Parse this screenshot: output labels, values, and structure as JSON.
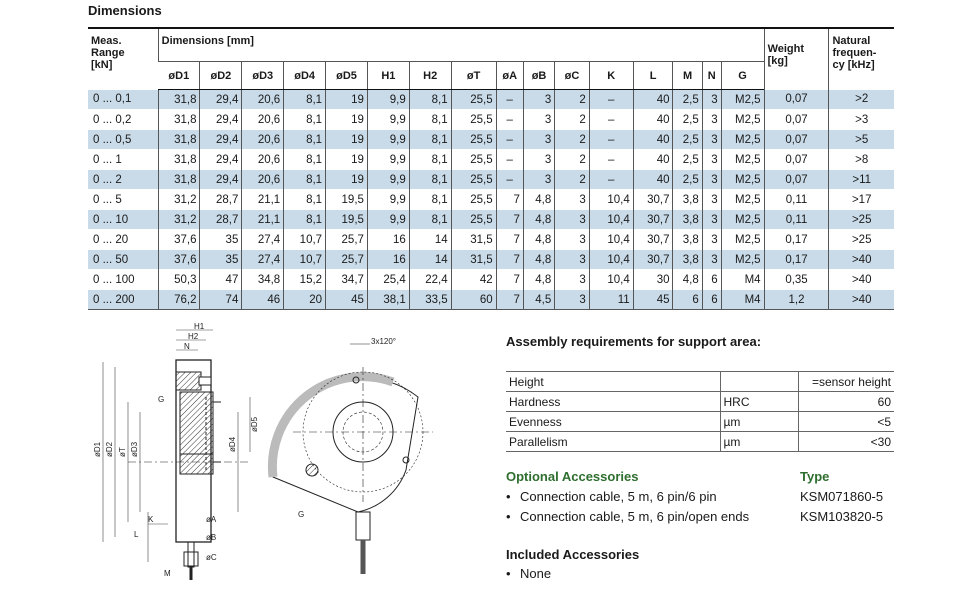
{
  "title": "Dimensions",
  "table": {
    "range_header": "Meas. Range [kN]",
    "range_header_lines": [
      "Meas.",
      "Range",
      "[kN]"
    ],
    "dims_header": "Dimensions [mm]",
    "weight_header_lines": [
      "Weight",
      "[kg]"
    ],
    "freq_header_lines": [
      "Natural",
      "frequen-",
      "cy [kHz]"
    ],
    "columns": [
      "øD1",
      "øD2",
      "øD3",
      "øD4",
      "øD5",
      "H1",
      "H2",
      "øT",
      "øA",
      "øB",
      "øC",
      "K",
      "L",
      "M",
      "N",
      "G"
    ],
    "rows": [
      [
        "0 ... 0,1",
        "31,8",
        "29,4",
        "20,6",
        "8,1",
        "19",
        "9,9",
        "8,1",
        "25,5",
        "–",
        "3",
        "2",
        "–",
        "40",
        "2,5",
        "3",
        "M2,5",
        "0,07",
        ">2"
      ],
      [
        "0 ... 0,2",
        "31,8",
        "29,4",
        "20,6",
        "8,1",
        "19",
        "9,9",
        "8,1",
        "25,5",
        "–",
        "3",
        "2",
        "–",
        "40",
        "2,5",
        "3",
        "M2,5",
        "0,07",
        ">3"
      ],
      [
        "0 ... 0,5",
        "31,8",
        "29,4",
        "20,6",
        "8,1",
        "19",
        "9,9",
        "8,1",
        "25,5",
        "–",
        "3",
        "2",
        "–",
        "40",
        "2,5",
        "3",
        "M2,5",
        "0,07",
        ">5"
      ],
      [
        "0 ... 1",
        "31,8",
        "29,4",
        "20,6",
        "8,1",
        "19",
        "9,9",
        "8,1",
        "25,5",
        "–",
        "3",
        "2",
        "–",
        "40",
        "2,5",
        "3",
        "M2,5",
        "0,07",
        ">8"
      ],
      [
        "0 ... 2",
        "31,8",
        "29,4",
        "20,6",
        "8,1",
        "19",
        "9,9",
        "8,1",
        "25,5",
        "–",
        "3",
        "2",
        "–",
        "40",
        "2,5",
        "3",
        "M2,5",
        "0,07",
        ">11"
      ],
      [
        "0 ... 5",
        "31,2",
        "28,7",
        "21,1",
        "8,1",
        "19,5",
        "9,9",
        "8,1",
        "25,5",
        "7",
        "4,8",
        "3",
        "10,4",
        "30,7",
        "3,8",
        "3",
        "M2,5",
        "0,11",
        ">17"
      ],
      [
        "0 ... 10",
        "31,2",
        "28,7",
        "21,1",
        "8,1",
        "19,5",
        "9,9",
        "8,1",
        "25,5",
        "7",
        "4,8",
        "3",
        "10,4",
        "30,7",
        "3,8",
        "3",
        "M2,5",
        "0,11",
        ">25"
      ],
      [
        "0 ... 20",
        "37,6",
        "35",
        "27,4",
        "10,7",
        "25,7",
        "16",
        "14",
        "31,5",
        "7",
        "4,8",
        "3",
        "10,4",
        "30,7",
        "3,8",
        "3",
        "M2,5",
        "0,17",
        ">25"
      ],
      [
        "0 ... 50",
        "37,6",
        "35",
        "27,4",
        "10,7",
        "25,7",
        "16",
        "14",
        "31,5",
        "7",
        "4,8",
        "3",
        "10,4",
        "30,7",
        "3,8",
        "3",
        "M2,5",
        "0,17",
        ">40"
      ],
      [
        "0 ... 100",
        "50,3",
        "47",
        "34,8",
        "15,2",
        "34,7",
        "25,4",
        "22,4",
        "42",
        "7",
        "4,8",
        "3",
        "10,4",
        "30",
        "4,8",
        "6",
        "M4",
        "0,35",
        ">40"
      ],
      [
        "0 ... 200",
        "76,2",
        "74",
        "46",
        "20",
        "45",
        "38,1",
        "33,5",
        "60",
        "7",
        "4,5",
        "3",
        "11",
        "45",
        "6",
        "6",
        "M4",
        "1,2",
        ">40"
      ]
    ]
  },
  "drawing": {
    "labels": {
      "h1": "H1",
      "h2": "H2",
      "n": "N",
      "g": "G",
      "d1": "øD1",
      "d2": "øD2",
      "t": "øT",
      "d3": "øD3",
      "d4": "øD4",
      "d5": "øD5",
      "k": "K",
      "l": "L",
      "a": "øA",
      "b": "øB",
      "c": "øC",
      "m": "M",
      "angle": "3x120°",
      "g2": "G"
    }
  },
  "assembly": {
    "title": "Assembly requirements for support area:",
    "rows": [
      [
        "Height",
        "",
        "=sensor height"
      ],
      [
        "Hardness",
        "HRC",
        "60"
      ],
      [
        "Evenness",
        "µm",
        "<5"
      ],
      [
        "Parallelism",
        "µm",
        "<30"
      ]
    ]
  },
  "optional": {
    "title": "Optional Accessories",
    "type_title": "Type",
    "items": [
      {
        "label": "Connection cable, 5 m, 6 pin/6 pin",
        "type": "KSM071860-5"
      },
      {
        "label": "Connection cable, 5 m, 6 pin/open ends",
        "type": "KSM103820-5"
      }
    ]
  },
  "included": {
    "title": "Included Accessories",
    "items": [
      "None"
    ]
  },
  "colors": {
    "shade": "#c9dbe9",
    "accent_green": "#2e6e2e"
  }
}
